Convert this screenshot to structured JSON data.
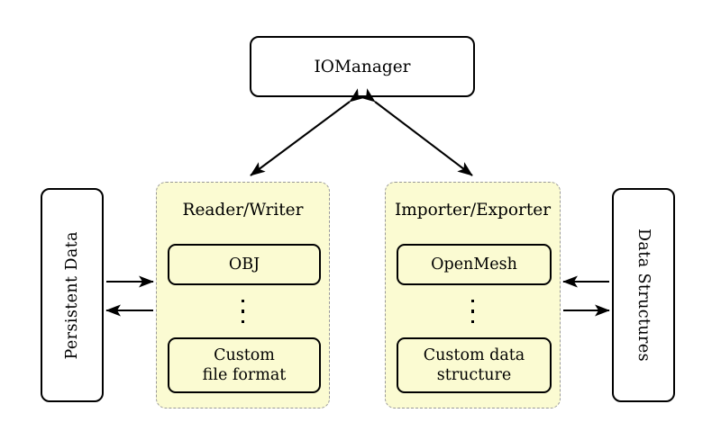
{
  "diagram": {
    "title_node": {
      "label": "IOManager"
    },
    "left_outer": {
      "label": "Persistent Data"
    },
    "right_outer": {
      "label": "Data Structures"
    },
    "groups": [
      {
        "title": "Reader/Writer",
        "items": [
          {
            "label": "OBJ"
          },
          {
            "label": "Custom\nfile format",
            "line1": "Custom",
            "line2": "file format"
          }
        ],
        "ellipsis": "⋮"
      },
      {
        "title": "Importer/Exporter",
        "items": [
          {
            "label": "OpenMesh"
          },
          {
            "label": "Custom data\nstructure",
            "line1": "Custom data",
            "line2": "structure"
          }
        ],
        "ellipsis": "⋮"
      }
    ],
    "connections": [
      {
        "name": "iomanager-to-reader-writer",
        "style": "double-headed",
        "direction": "diagonal-down-left"
      },
      {
        "name": "iomanager-to-importer-exporter",
        "style": "double-headed",
        "direction": "diagonal-down-right"
      },
      {
        "name": "persistent-data-to-reader-writer",
        "style": "single-headed",
        "direction": "right"
      },
      {
        "name": "reader-writer-to-persistent-data",
        "style": "single-headed",
        "direction": "left"
      },
      {
        "name": "data-structures-to-importer-exporter",
        "style": "single-headed",
        "direction": "left"
      },
      {
        "name": "importer-exporter-to-data-structures",
        "style": "single-headed",
        "direction": "right"
      }
    ],
    "colors": {
      "group_fill": "#fbfbd2",
      "group_border": "#999999",
      "node_border": "#000000",
      "node_fill": "#ffffff",
      "arrow": "#000000",
      "background": "#ffffff"
    }
  }
}
